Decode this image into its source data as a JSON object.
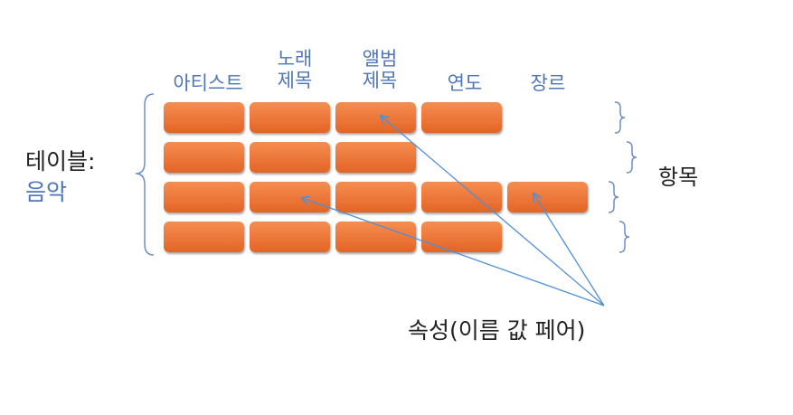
{
  "columns": [
    {
      "label": "아티스트"
    },
    {
      "label": "노래\n제목"
    },
    {
      "label": "앨범\n제목"
    },
    {
      "label": "연도"
    },
    {
      "label": "장르"
    }
  ],
  "table_label": {
    "prefix": "테이블:",
    "name": "음악"
  },
  "rows": [
    {
      "filled_cells": 4
    },
    {
      "filled_cells": 3
    },
    {
      "filled_cells": 5
    },
    {
      "filled_cells": 4
    }
  ],
  "item_label": "항목",
  "attribute_label": "속성(이름 값 페어)",
  "colors": {
    "header_text": "#4f76b8",
    "cell_fill": "#ee7a3d",
    "arrow": "#4f8fd6",
    "bracket": "#6e8fc7"
  }
}
